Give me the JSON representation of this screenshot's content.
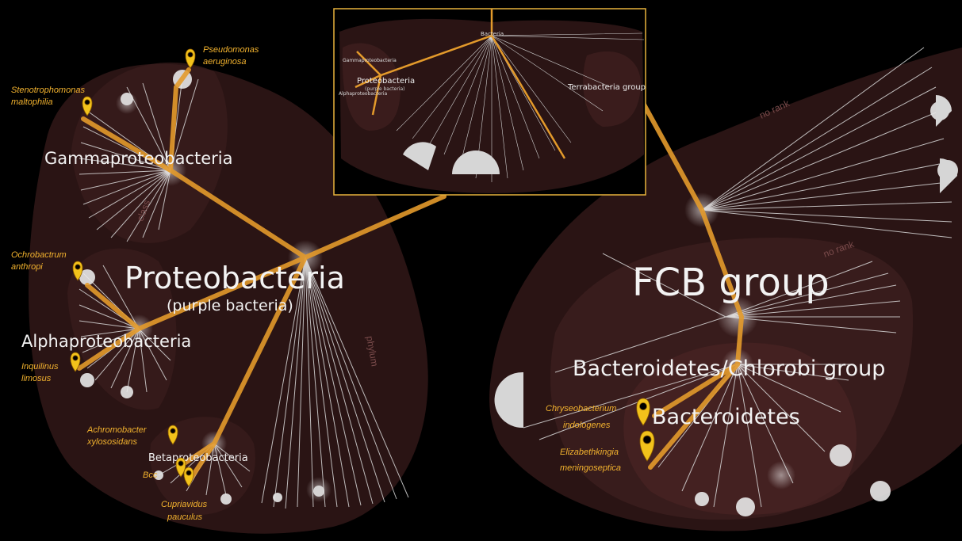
{
  "colors": {
    "background": "#000000",
    "clade_fill": "#2a1414",
    "path": "#e39a2b",
    "marker": "#f2c21b",
    "label": "#f3f3f3",
    "annotation": "#f2b22e",
    "inset_border": "#e8b33c"
  },
  "clades": {
    "proteobacteria": "Proteobacteria",
    "proteobacteria_sub": "(purple bacteria)",
    "gamma": "Gammaproteobacteria",
    "alpha": "Alphaproteobacteria",
    "beta": "Betaproteobacteria",
    "fcb": "FCB group",
    "bacteroidetes_chlorobi": "Bacteroidetes/Chlorobi group",
    "bacteroidetes": "Bacteroidetes"
  },
  "rank_labels": {
    "class": "class",
    "phylum": "phylum",
    "no_rank_1": "no rank",
    "no_rank_2": "no rank"
  },
  "species": {
    "pseudomonas_1": "Pseudomonas",
    "pseudomonas_2": "aeruginosa",
    "steno_1": "Stenotrophomonas",
    "steno_2": "maltophilia",
    "ochro_1": "Ochrobactrum",
    "ochro_2": "anthropi",
    "inqui_1": "Inquilinus",
    "inqui_2": "limosus",
    "achro_1": "Achromobacter",
    "achro_2": "xylososidans",
    "bcc": "Bcc",
    "cupri_1": "Cupriavidus",
    "cupri_2": "pauculus",
    "chryseo_1": "Chryseobacterium",
    "chryseo_2": "indologenes",
    "eliz_1": "Elizabethkingia",
    "eliz_2": "meningoseptica"
  },
  "inset": {
    "bacteria": "Bacteria",
    "gamma": "Gammaproteobacteria",
    "proteo": "Proteobacteria",
    "proteo_sub": "(purple bacteria)",
    "alpha": "Alphaproteobacteria",
    "terra": "Terrabacteria group"
  }
}
